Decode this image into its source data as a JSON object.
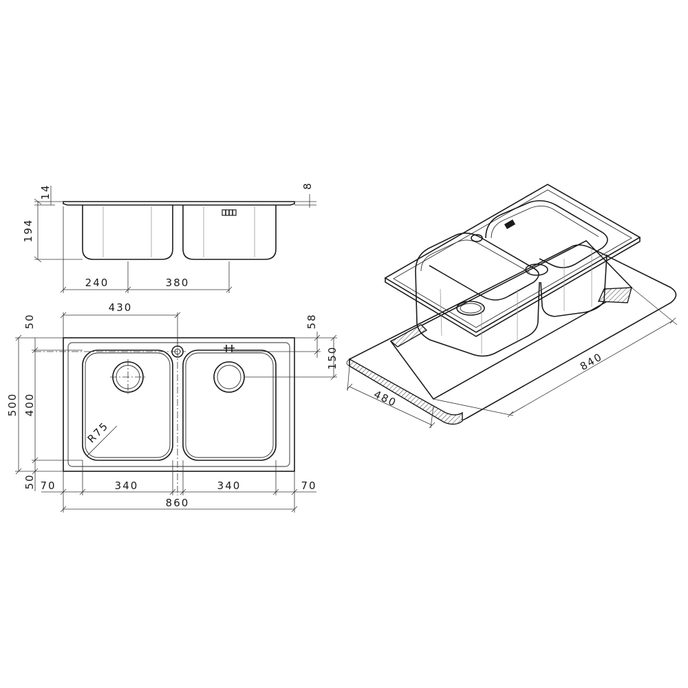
{
  "colors": {
    "line": "#1a1a1a",
    "background": "#ffffff"
  },
  "side_view": {
    "dims": {
      "rim_height": "14",
      "overflow_height": "8",
      "bowl_depth": "194",
      "left_drain": "240",
      "right_drain": "380"
    }
  },
  "top_view": {
    "dims": {
      "drain_offset": "430",
      "top_margin": "50",
      "tap_hole": "58",
      "drain_center": "150",
      "overall_depth": "500",
      "bowl_depth": "400",
      "bottom_margin": "50",
      "corner_radius": "R75",
      "left_margin": "70",
      "left_bowl": "340",
      "right_bowl": "340",
      "right_margin": "70",
      "overall_width": "860"
    }
  },
  "cutout_view": {
    "dims": {
      "cutout_depth": "480",
      "cutout_width": "840"
    }
  }
}
